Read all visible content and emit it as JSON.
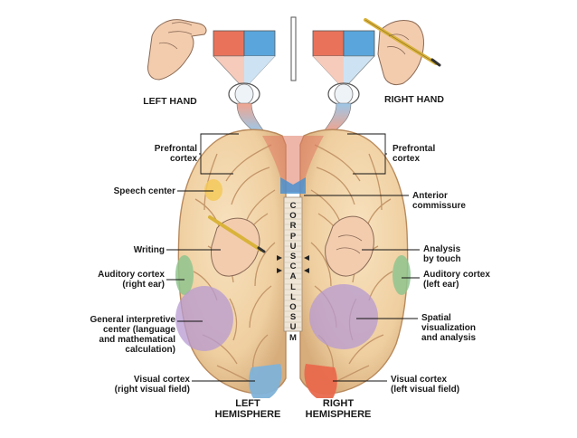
{
  "hands": {
    "left": "LEFT HAND",
    "right": "RIGHT HAND"
  },
  "hemispheres": {
    "left": "LEFT\nHEMISPHERE",
    "right": "RIGHT\nHEMISPHERE"
  },
  "corpus_callosum": "CORPUSCALLOSUM",
  "labels_left": {
    "prefrontal": "Prefrontal\ncortex",
    "speech": "Speech center",
    "writing": "Writing",
    "auditory": "Auditory cortex\n(right ear)",
    "interpretive": "General interpretive\ncenter (language\nand mathematical\ncalculation)",
    "visual": "Visual cortex\n(right visual field)"
  },
  "labels_right": {
    "prefrontal": "Prefrontal\ncortex",
    "anterior": "Anterior\ncommissure",
    "touch": "Analysis\nby touch",
    "auditory": "Auditory cortex\n(left ear)",
    "spatial": "Spatial\nvisualization\nand analysis",
    "visual": "Visual cortex\n(left visual field)"
  },
  "colors": {
    "brain": "#f0d3a8",
    "brain_dark": "#c99b6a",
    "prefrontal_red": "#e9735a",
    "prefrontal_blue": "#5aa6dc",
    "purple": "#b79ad1",
    "green": "#8fc48e",
    "yellow": "#f3c95a",
    "visual_blue": "#7fb2d8",
    "visual_red": "#e9694c"
  }
}
